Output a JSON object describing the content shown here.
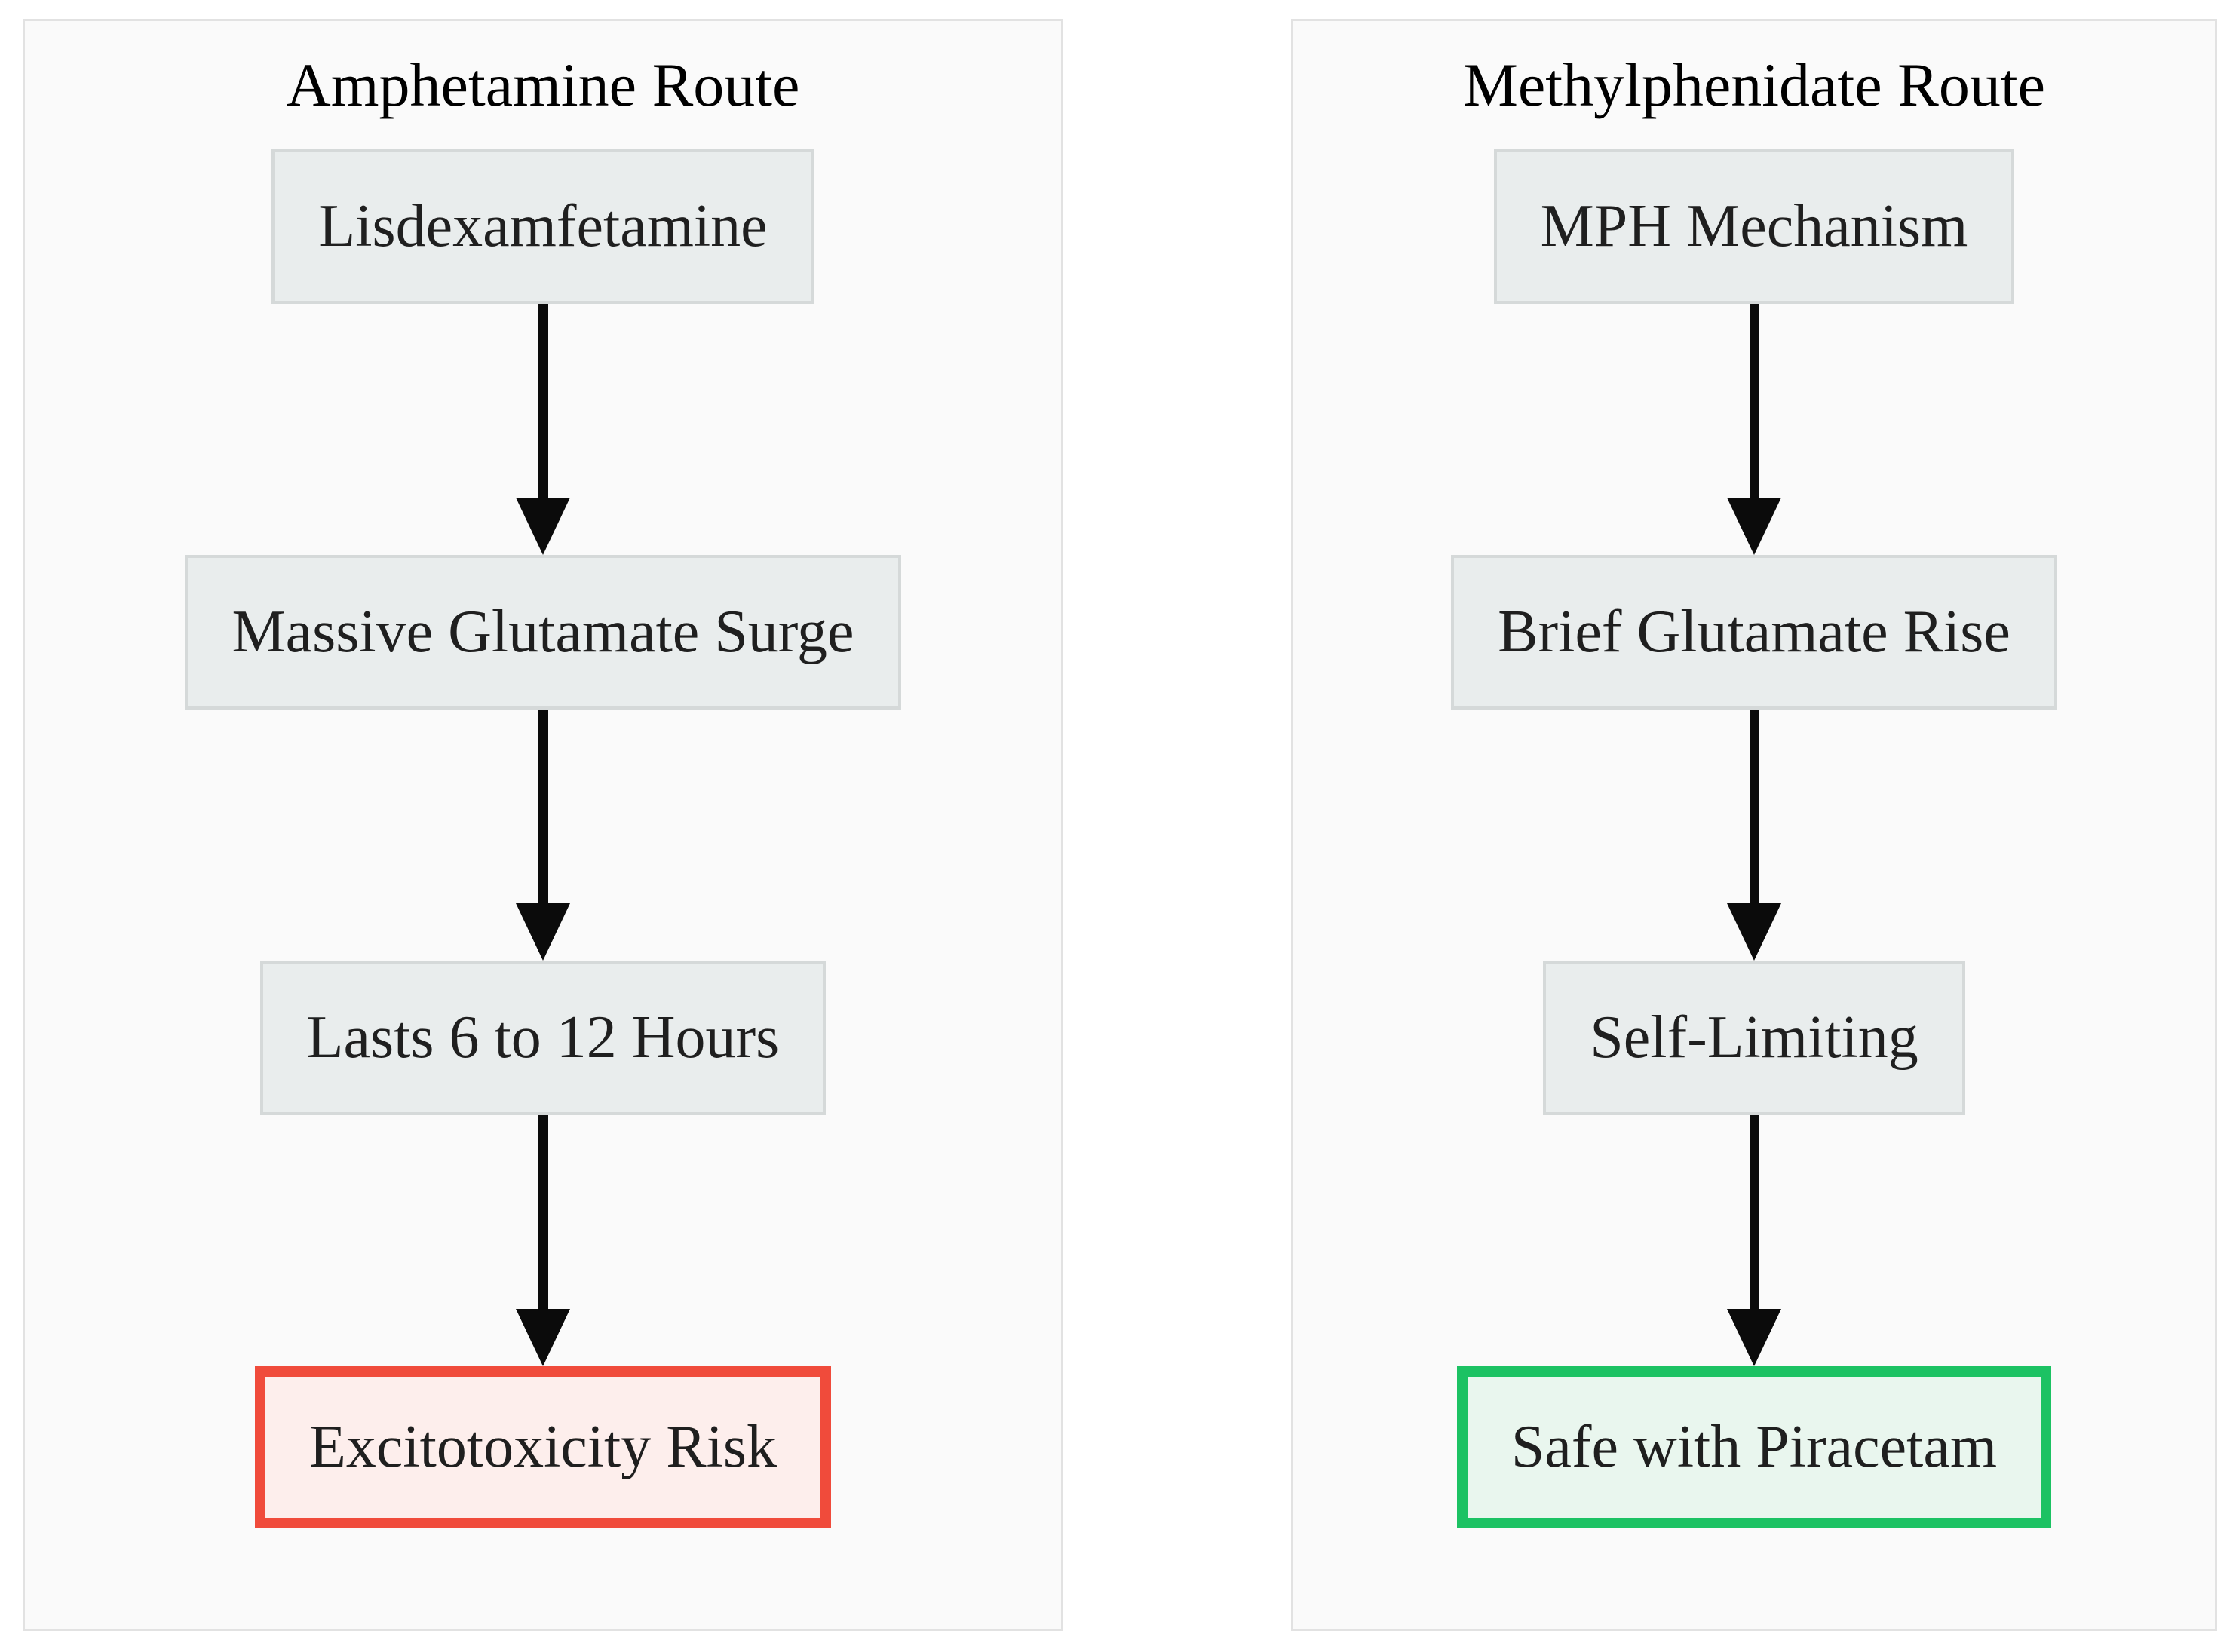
{
  "diagram": {
    "type": "flowchart",
    "columns": [
      {
        "title": "Amphetamine Route",
        "nodes": [
          {
            "label": "Lisdexamfetamine",
            "type": "default"
          },
          {
            "label": "Massive Glutamate Surge",
            "type": "default"
          },
          {
            "label": "Lasts 6 to 12 Hours",
            "type": "default"
          },
          {
            "label": "Excitotoxicity Risk",
            "type": "danger"
          }
        ]
      },
      {
        "title": "Methylphenidate Route",
        "nodes": [
          {
            "label": "MPH Mechanism",
            "type": "default"
          },
          {
            "label": "Brief Glutamate Rise",
            "type": "default"
          },
          {
            "label": "Self-Limiting",
            "type": "default"
          },
          {
            "label": "Safe with Piracetam",
            "type": "safe"
          }
        ]
      }
    ],
    "colors": {
      "node-fill": "#e9eded",
      "node-border": "#d5d9d9",
      "panel-fill": "#fafafa",
      "panel-border": "#e2e2e2",
      "danger-fill": "#fdeeec",
      "danger-border": "#f04b3b",
      "safe-fill": "#e9f6ee",
      "safe-border": "#1cc263",
      "arrow": "#0b0b0b",
      "text": "#1f1f1f"
    }
  }
}
